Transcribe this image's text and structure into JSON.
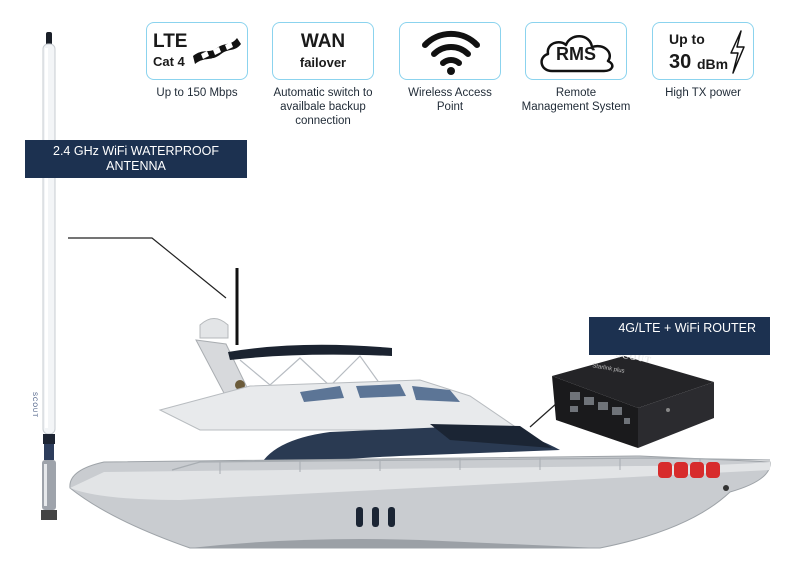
{
  "features": [
    {
      "line1": "LTE",
      "line2": "Cat 4",
      "caption": "Up to 150 Mbps",
      "icon": "checkered-flag-icon"
    },
    {
      "line1": "WAN",
      "line2": "failover",
      "caption": "Automatic switch to availbale backup connection"
    },
    {
      "caption": "Wireless Access Point",
      "icon": "wifi-icon"
    },
    {
      "line1": "RMS",
      "caption": "Remote Management System",
      "icon": "cloud-icon"
    },
    {
      "line1": "Up to",
      "line2": "30",
      "unit": "dBm",
      "caption": "High TX power",
      "icon": "lightning-icon"
    }
  ],
  "antenna_banner": {
    "text": "2.4 GHz WiFi WATERPROOF ANTENNA"
  },
  "router_banner": {
    "text": "4G/LTE  + WiFi ROUTER"
  },
  "router": {
    "brand": "SCOUT",
    "model": "Starlink plus"
  },
  "antenna": {
    "brand": "SCOUT"
  },
  "colors": {
    "banner": "#1c3150",
    "tile_border": "#8bd3ee",
    "hull": "#c9ccd0",
    "window": "#2a3a52"
  }
}
